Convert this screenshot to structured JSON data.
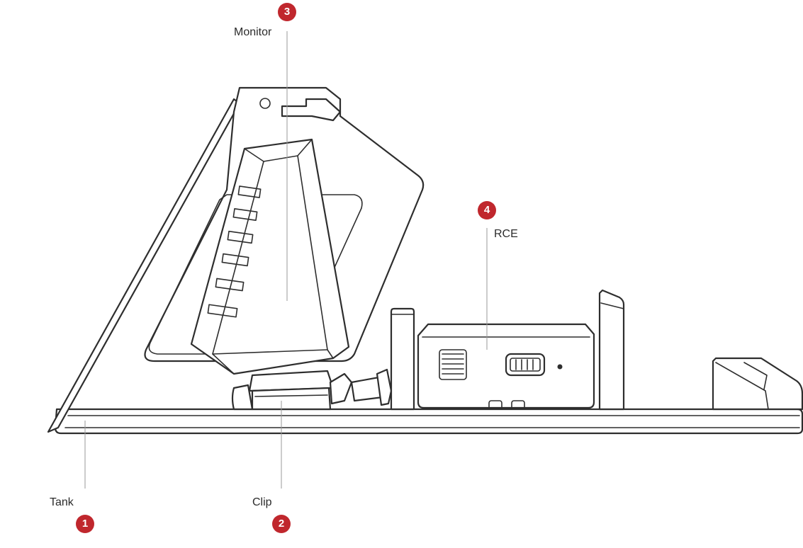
{
  "callouts": [
    {
      "number": "1",
      "label": "Tank"
    },
    {
      "number": "2",
      "label": "Clip"
    },
    {
      "number": "3",
      "label": "Monitor"
    },
    {
      "number": "4",
      "label": "RCE"
    }
  ],
  "colors": {
    "badge": "#c0272d",
    "line": "#2e2e2e",
    "leader": "#9a9a9a"
  }
}
